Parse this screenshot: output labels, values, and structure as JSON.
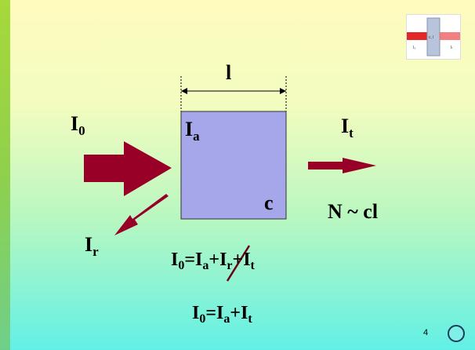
{
  "slide": {
    "symbols": {
      "incident": {
        "base": "I",
        "sub": "0"
      },
      "absorbed": {
        "base": "I",
        "sub": "a"
      },
      "transmitted": {
        "base": "I",
        "sub": "t"
      },
      "reflected": {
        "base": "I",
        "sub": "r"
      },
      "length": "l",
      "concentration": "c"
    },
    "relation": "N ~ cl",
    "equation1": [
      {
        "base": "I",
        "sub": "0"
      },
      {
        "op": "="
      },
      {
        "base": "I",
        "sub": "a"
      },
      {
        "op": "+"
      },
      {
        "base": "I",
        "sub": "r"
      },
      {
        "op": "+"
      },
      {
        "base": "I",
        "sub": "t"
      }
    ],
    "equation2": [
      {
        "base": "I",
        "sub": "0"
      },
      {
        "op": "="
      },
      {
        "base": "I",
        "sub": "a"
      },
      {
        "op": "+"
      },
      {
        "base": "I",
        "sub": "t"
      }
    ],
    "page_number": "4"
  },
  "colors": {
    "sample_fill": "#a6a6ea",
    "arrow": "#990028",
    "strike": "#6b0016"
  },
  "thumbnail": {
    "labels": [
      "I₀",
      "c, l",
      "Iₜ"
    ]
  },
  "icons": {
    "nav": "circle-button-icon"
  }
}
